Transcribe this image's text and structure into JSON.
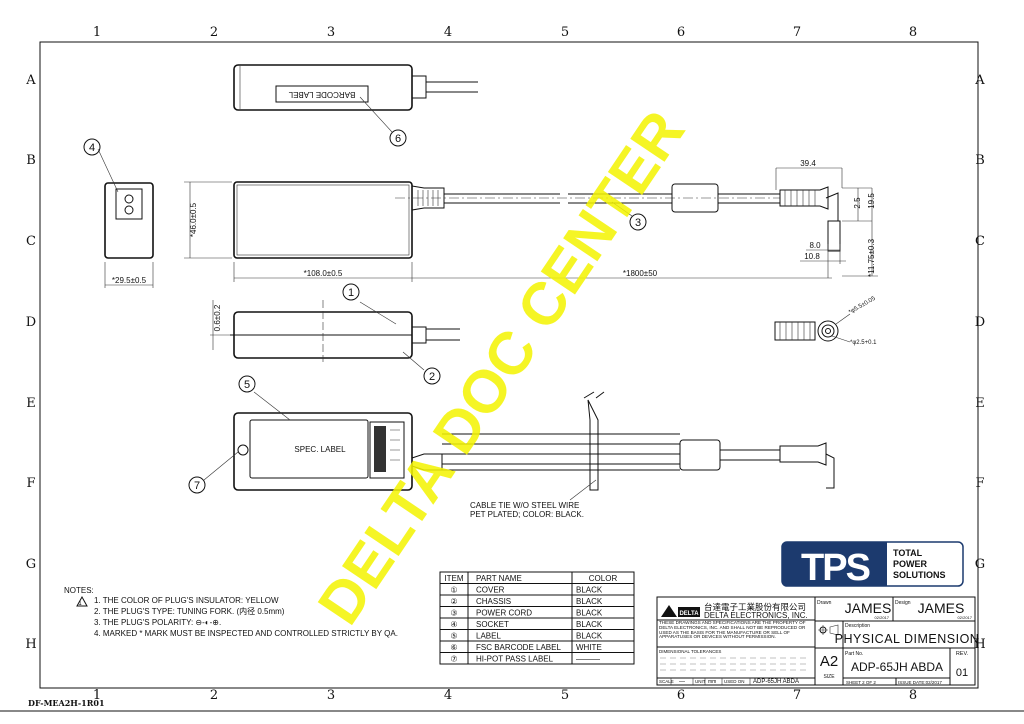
{
  "grid": {
    "columns": [
      "1",
      "2",
      "3",
      "4",
      "5",
      "6",
      "7",
      "8"
    ],
    "rows": [
      "A",
      "B",
      "C",
      "D",
      "E",
      "F",
      "G",
      "H"
    ]
  },
  "drawing_number": "DF-MEA2H-1R01",
  "watermark": "DELTA DOC CENTER",
  "balloons": [
    "1",
    "2",
    "3",
    "4",
    "5",
    "6",
    "7"
  ],
  "labels": {
    "barcode": "BARCODE LABEL",
    "spec": "SPEC. LABEL",
    "cable_tie_1": "CABLE TIE W/O STEEL WIRE",
    "cable_tie_2": "PET PLATED; COLOR: BLACK."
  },
  "dimensions": {
    "height": "*46.0±0.5",
    "length": "*108.0±0.5",
    "cord": "*1800±50",
    "socket_width": "*29.5±0.5",
    "thickness": "0.6±0.2",
    "plug_39": "39.4",
    "plug_2_5": "2.5",
    "plug_19_5": "19.5",
    "plug_8": "8.0",
    "plug_10_8": "10.8",
    "plug_11_75": "*11.75±0.3",
    "plug_od": "*φ5.5±0.05",
    "plug_id": "*φ2.5+0.1"
  },
  "notes": {
    "title": "NOTES:",
    "items": [
      "1. THE COLOR OF PLUG'S INSULATOR: YELLOW",
      "2. THE PLUG'S TYPE: TUNING FORK. (内径 0.5mm)",
      "3. THE PLUG'S POLARITY: ⊖-◐-⊕.",
      "4. MARKED * MARK MUST BE INSPECTED AND CONTROLLED STRICTLY BY QA."
    ]
  },
  "parts_table": {
    "headers": [
      "ITEM",
      "PART NAME",
      "COLOR"
    ],
    "rows": [
      [
        "①",
        "COVER",
        "BLACK"
      ],
      [
        "②",
        "CHASSIS",
        "BLACK"
      ],
      [
        "③",
        "POWER CORD",
        "BLACK"
      ],
      [
        "④",
        "SOCKET",
        "BLACK"
      ],
      [
        "⑤",
        "LABEL",
        "BLACK"
      ],
      [
        "⑥",
        "FSC BARCODE LABEL",
        "WHITE"
      ],
      [
        "⑦",
        "HI-POT PASS LABEL",
        "———"
      ]
    ]
  },
  "logo": {
    "mark": "TPS",
    "line1": "TOTAL",
    "line2": "POWER",
    "line3": "SOLUTIONS",
    "color": "#1c3a6e"
  },
  "title_block": {
    "company_cn": "台達電子工業股份有限公司",
    "company_en": "DELTA ELECTRONICS, INC.",
    "delta_logo": "DELTA",
    "disclaimer": "THESE DRAWINGS AND SPECIFICATIONS ARE THE PROPERTY OF DELTA ELECTRONICS, INC. AND SHALL NOT BE REPRODUCED OR USED AS THE BASIS FOR THE MANUFACTURE OR SELL OF APPARATUSES OR DEVICES WITHOUT PERMISSION.",
    "tolerances_label": "DIMENSIONAL TOLERANCES",
    "drawn_label": "Drawn",
    "drawn": "JAMES",
    "drawn_date": "02/2017",
    "design_label": "Design",
    "design": "JAMES",
    "design_date": "02/2017",
    "description_label": "Description",
    "description": "PHYSICAL DIMENSION",
    "size": "A2",
    "size_label": "SIZE",
    "part_no_label": "Part No.",
    "part_no": "ADP-65JH ABDA",
    "rev_label": "REV.",
    "rev": "01",
    "scale_label": "SCALE",
    "scale": "—",
    "unit_label": "UNIT",
    "unit": "mm",
    "used_on_label": "USED ON",
    "used_on": "ADP-65JH ABDA",
    "sheet": "SHEET  2  OF 2",
    "issue_date": "ISSUE DATE:02/2017"
  }
}
